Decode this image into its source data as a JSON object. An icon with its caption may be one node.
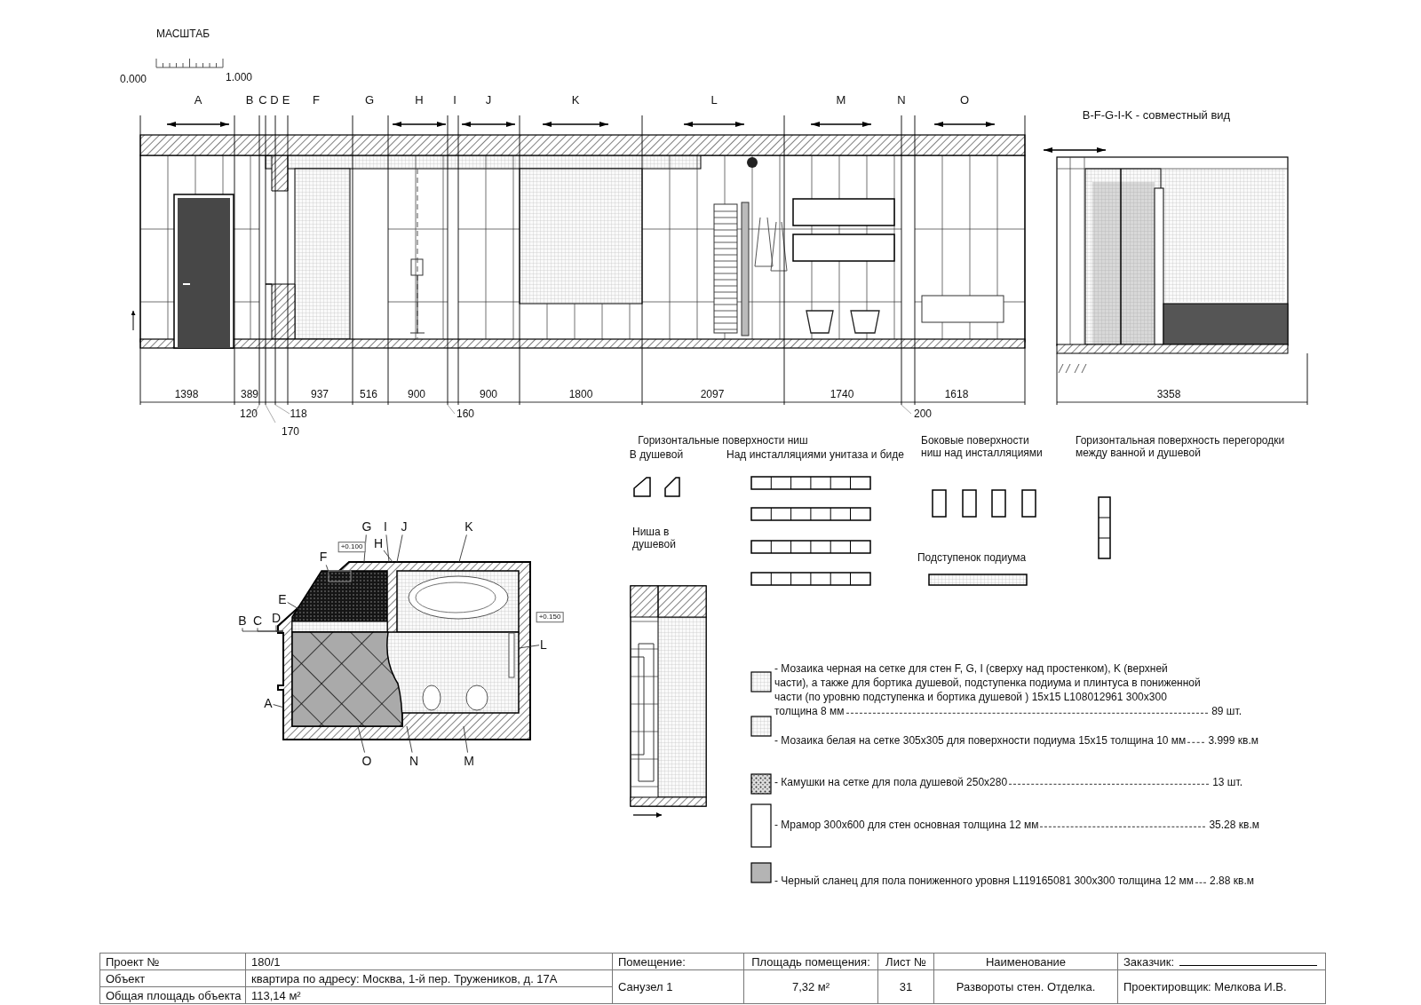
{
  "diagram": {
    "nodes": [
      {
        "text": [
          "G"
        ]
      },
      {
        "text": [
          "I"
        ]
      },
      {
        "text": [
          "J"
        ]
      },
      {
        "text": [
          "K"
        ]
      },
      {
        "text": [
          "H"
        ]
      },
      {
        "text": [
          "F"
        ]
      },
      {
        "text": [
          "E"
        ]
      },
      {
        "text": [
          "B"
        ]
      },
      {
        "text": [
          "C"
        ]
      },
      {
        "text": [
          "D"
        ]
      },
      {
        "text": [
          "L"
        ]
      },
      {
        "text": [
          "A"
        ]
      },
      {
        "text": [
          "O"
        ]
      },
      {
        "text": [
          "N"
        ]
      },
      {
        "text": [
          "M"
        ]
      },
      {
        "text": [],
        "shape": "picture"
      }
    ],
    "edges": [
      {
        "from": 0,
        "to": 15,
        "arrow": "none"
      },
      {
        "from": 1,
        "to": 15,
        "arrow": "none"
      },
      {
        "from": 2,
        "to": 15,
        "arrow": "none"
      },
      {
        "from": 3,
        "to": 15,
        "arrow": "none"
      },
      {
        "from": 4,
        "to": 15,
        "arrow": "none"
      },
      {
        "from": 5,
        "to": 15,
        "arrow": "none"
      },
      {
        "from": 6,
        "to": 15,
        "arrow": "none"
      },
      {
        "from": 7,
        "to": 15,
        "arrow": "none"
      },
      {
        "from": 8,
        "to": 15,
        "arrow": "none"
      },
      {
        "from": 9,
        "to": 15,
        "arrow": "none"
      },
      {
        "from": 10,
        "to": 15,
        "arrow": "none"
      },
      {
        "from": 11,
        "to": 15,
        "arrow": "none"
      },
      {
        "from": 12,
        "to": 15,
        "arrow": "none"
      },
      {
        "from": 13,
        "to": 15,
        "arrow": "none"
      },
      {
        "from": 14,
        "to": 15,
        "arrow": "none"
      }
    ],
    "labels": [
      "МАСШТАБ",
      "0.000",
      "1.000",
      "A",
      "B",
      "C",
      "D",
      "E",
      "F",
      "G",
      "H",
      "I",
      "J",
      "K",
      "L",
      "M",
      "N",
      "O",
      "B-F-G-I-K - совместный вид",
      "1398",
      "389",
      "937",
      "516",
      "900",
      "900",
      "1800",
      "2097",
      "1740",
      "1618",
      "3358",
      "120",
      "118",
      "160",
      "200",
      "170",
      "Горизонтальные поверхности ниш",
      "Боковые поверхности ниш над инсталляциями",
      "Горизонтальная поверхность перегородки между ванной и душевой",
      "В душевой",
      "Над инсталляциями унитаза и биде",
      "Ниша в душевой",
      "Подступенок подиума",
      "+0.100",
      "+0.150",
      "89 шт.",
      "3.999 кв.м",
      "13 шт.",
      "35.28 кв.м",
      "2.88 кв.м",
      "Проект №",
      "180/1",
      "Помещение:",
      "Площадь помещения:",
      "Лист №",
      "Наименование",
      "Заказчик:",
      "Объект",
      "квартира по адресу: Москва, 1-й пер. Тружеников, д. 17А",
      "Санузел 1",
      "7,32 м²",
      "31",
      "Развороты стен. Отделка.",
      "Проектировщик: Мелкова И.В.",
      "Общая площадь объекта",
      "113,14 м²"
    ],
    "legend": [
      {
        "text": "- Мозаика черная на сетке для стен F, G, I (сверху над простенком), K (верхней части), а также для бортика душевой, подступенка подиума и плинтуса в пониженной части (по уровню подступенка и бортика душевой ) 15x15 L108012961 300x300 толщина 8 мм"
      },
      {
        "text": "- Мозаика белая на сетке 305x305 для поверхности подиума 15x15 толщина 10 мм"
      },
      {
        "text": "- Камушки на сетке для пола душевой 250x280"
      },
      {
        "text": "- Мрамор 300x600 для стен основная толщина 12 мм",
        "color": "#ffffff"
      },
      {
        "text": "- Черный сланец для пола пониженного уровня L119165081 300x300 толщина 12 мм",
        "color": "#b4b4b4"
      }
    ]
  }
}
